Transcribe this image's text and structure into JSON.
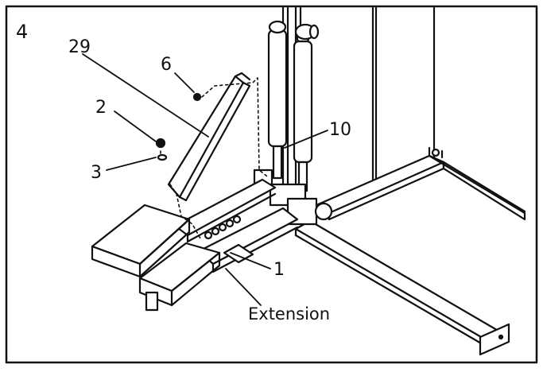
{
  "figure": {
    "step_number": "4",
    "callouts": {
      "part_29": "29",
      "part_6": "6",
      "part_2": "2",
      "part_3": "3",
      "part_10": "10",
      "part_1": "1",
      "extension": "Extension"
    },
    "colors": {
      "ink": "#111111",
      "paper": "#ffffff"
    }
  }
}
